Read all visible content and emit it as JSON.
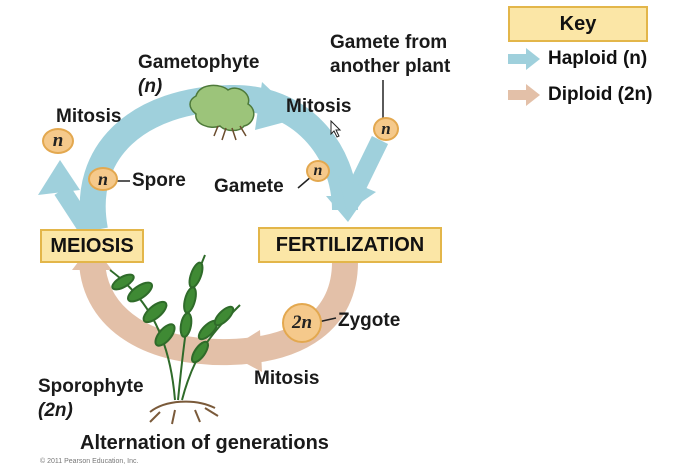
{
  "key": {
    "title": "Key",
    "haploid_label": "Haploid (n)",
    "diploid_label": "Diploid (2n)",
    "haploid_color": "#9fd0dc",
    "diploid_color": "#e3c0a8"
  },
  "labels": {
    "gametophyte": "Gametophyte",
    "gametophyte_ploidy": "(n)",
    "gamete_from": "Gamete from",
    "another_plant": "another plant",
    "mitosis_left": "Mitosis",
    "mitosis_top": "Mitosis",
    "mitosis_bottom": "Mitosis",
    "spore": "Spore",
    "gamete": "Gamete",
    "zygote": "Zygote",
    "sporophyte": "Sporophyte",
    "sporophyte_ploidy": "(2n)",
    "meiosis": "MEIOSIS",
    "fertilization": "FERTILIZATION",
    "caption": "Alternation of generations",
    "copyright": "© 2011 Pearson Education, Inc."
  },
  "cells": {
    "haploid": "n",
    "diploid": "2n"
  },
  "icons": [
    "gametophyte-plant-icon",
    "fern-sporophyte-icon",
    "cursor-icon"
  ]
}
